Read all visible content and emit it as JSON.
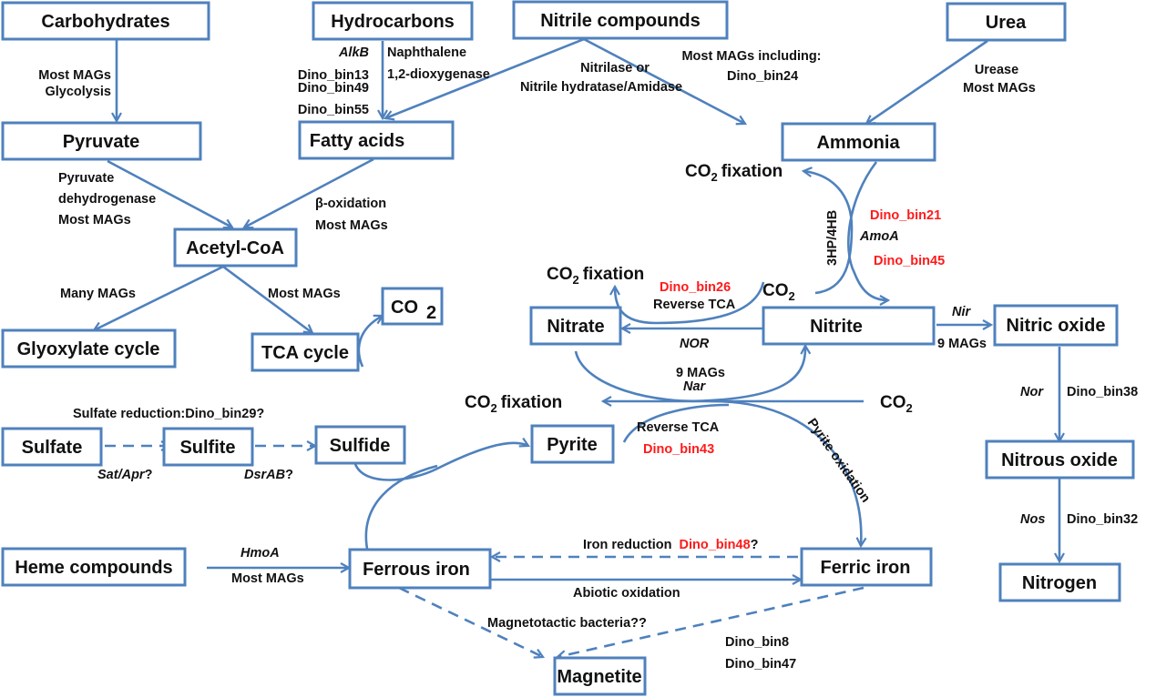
{
  "nodes": {
    "carbohydrates": "Carbohydrates",
    "hydrocarbons": "Hydrocarbons",
    "nitrile": "Nitrile compounds",
    "urea": "Urea",
    "pyruvate": "Pyruvate",
    "fatty_acids": "Fatty acids",
    "ammonia": "Ammonia",
    "acetyl_coa": "Acetyl-CoA",
    "glyoxylate": "Glyoxylate cycle",
    "tca": "TCA cycle",
    "co2_box": "CO",
    "nitrate": "Nitrate",
    "nitrite": "Nitrite",
    "nitric_oxide": "Nitric oxide",
    "nitrous_oxide": "Nitrous oxide",
    "nitrogen": "Nitrogen",
    "sulfate": "Sulfate",
    "sulfite": "Sulfite",
    "sulfide": "Sulfide",
    "pyrite": "Pyrite",
    "heme": "Heme compounds",
    "ferrous": "Ferrous iron",
    "ferric": "Ferric iron",
    "magnetite": "Magnetite"
  },
  "labels": {
    "carb_1": "Most MAGs",
    "carb_2": "Glycolysis",
    "alkb": "AlkB",
    "bin13": "Dino_bin13",
    "bin49": "Dino_bin49",
    "bin55": "Dino_bin55",
    "naph_1": "Naphthalene",
    "naph_2": "1,2-dioxygenase",
    "nitrilase_1": "Nitrilase or",
    "nitrilase_2": "Nitrile hydratase/Amidase",
    "most_incl": "Most MAGs including:",
    "bin24": "Dino_bin24",
    "urease": "Urease",
    "urease_mags": "Most MAGs",
    "pdh_1": "Pyruvate",
    "pdh_2": "dehydrogenase",
    "pdh_3": "Most MAGs",
    "beta_1": "β-oxidation",
    "beta_2": "Most MAGs",
    "many_mags": "Many MAGs",
    "tca_mags": "Most MAGs",
    "co2_fix_top": "fixation",
    "hp4hb": "3HP/4HB",
    "bin21": "Dino_bin21",
    "amoa": "AmoA",
    "bin45": "Dino_bin45",
    "co2_fix_left": "fixation",
    "bin26": "Dino_bin26",
    "rev_tca_1": "Reverse TCA",
    "co2_mid": "CO",
    "nor_upper": "NOR",
    "nar_mags": "9 MAGs",
    "nar": "Nar",
    "nir": "Nir",
    "nir_mags": "9 MAGs",
    "co2_fix_low": "fixation",
    "co2_right": "CO",
    "rev_tca_2": "Reverse TCA",
    "bin43": "Dino_bin43",
    "pyrite_ox": "Pyrite oxidation",
    "nor_lower": "Nor",
    "bin38": "Dino_bin38",
    "nos": "Nos",
    "bin32": "Dino_bin32",
    "sulfate_red": "Sulfate reduction:Dino_bin29?",
    "satapr": "Sat/Apr",
    "satapr_q": "?",
    "dsrab": "DsrAB",
    "dsrab_q": "?",
    "hmoa": "HmoA",
    "heme_mags": "Most MAGs",
    "iron_red": "Iron reduction",
    "bin48": "Dino_bin48",
    "bin48_q": "?",
    "abiotic": "Abiotic oxidation",
    "magneto": "Magnetotactic bacteria??",
    "bin8": "Dino_bin8",
    "bin47": "Dino_bin47",
    "co": "CO",
    "sub2": "2"
  },
  "colors": {
    "line": "#4f81bd",
    "highlight": "#ff1a1a"
  }
}
